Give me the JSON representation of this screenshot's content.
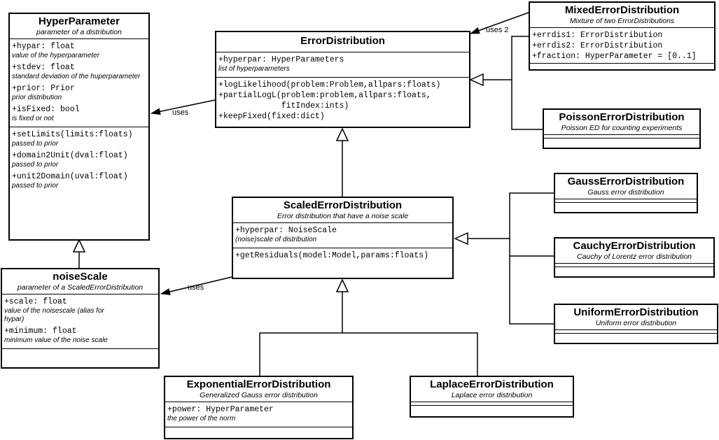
{
  "edge_labels": {
    "uses_hyper": "uses",
    "uses_noise": "uses",
    "uses_2": "uses 2"
  },
  "classes": {
    "hyper_parameter": {
      "name": "HyperParameter",
      "desc": "parameter of a distribution",
      "attributes": [
        {
          "sig": "+hypar: float",
          "note": "value of the hyperparameter"
        },
        {
          "sig": "+stdev: float",
          "note": "standard deviation of the huperparameter"
        },
        {
          "sig": "+prior: Prior",
          "note": "prior distribution"
        },
        {
          "sig": "+isFixed: bool",
          "note": "is fixed or not"
        }
      ],
      "methods": [
        {
          "sig": "+setLimits(limits:floats)",
          "note": "passed to prior"
        },
        {
          "sig": "+domain2Unit(dval:float)",
          "note": "passed to prior"
        },
        {
          "sig": "+unit2Domain(uval:float)",
          "note": "passed to prior"
        }
      ]
    },
    "noise_scale": {
      "name": "noiseScale",
      "desc": "parameter of a ScaledErrorDistribution",
      "attributes": [
        {
          "sig": "+scale: float",
          "note": "value of the noisescale (alias for hypar)"
        },
        {
          "sig": "+minimum: float",
          "note": "minimum value of the noise scale"
        }
      ]
    },
    "error_distribution": {
      "name": "ErrorDistribution",
      "attributes": [
        {
          "sig": "+hyperpar: HyperParameters",
          "note": "list of hyperparameters"
        }
      ],
      "methods": [
        {
          "sig": "+logLikelihood(problem:Problem,allpars:floats)"
        },
        {
          "sig": "+partialLogL(problem:problem,allpars:floats,\n             fitIndex:ints)"
        },
        {
          "sig": "+keepFixed(fixed:dict)"
        }
      ]
    },
    "mixed_error_distribution": {
      "name": "MixedErrorDistribution",
      "desc": "Mixture of two ErrorDistributions",
      "attributes": [
        {
          "sig": "+errdis1: ErrorDistribution"
        },
        {
          "sig": "+errdis2: ErrorDistribution"
        },
        {
          "sig": "+fraction: HyperParameter = [0..1]"
        }
      ]
    },
    "poisson_error_distribution": {
      "name": "PoissonErrorDistribution",
      "desc": "Poisson ED for counting experiments"
    },
    "scaled_error_distribution": {
      "name": "ScaledErrorDistribution",
      "desc": "Error distribution that have a noise scale",
      "attributes": [
        {
          "sig": "+hyperpar: NoiseScale",
          "note": "(noise)scale of distribution"
        }
      ],
      "methods": [
        {
          "sig": "+getResiduals(model:Model,params:floats)"
        }
      ]
    },
    "gauss_error_distribution": {
      "name": "GaussErrorDistribution",
      "desc": "Gauss error distribution"
    },
    "cauchy_error_distribution": {
      "name": "CauchyErrorDistribution",
      "desc": "Cauchy of Lorentz error distribution"
    },
    "uniform_error_distribution": {
      "name": "UniformErrorDistribution",
      "desc": "Uniform error distribution"
    },
    "exponential_error_distribution": {
      "name": "ExponentialErrorDistribution",
      "desc": "Generalized Gauss error distribution",
      "attributes": [
        {
          "sig": "+power: HyperParameter",
          "note": "the power of the norm"
        }
      ]
    },
    "laplace_error_distribution": {
      "name": "LaplaceErrorDistribution",
      "desc": "Laplace error distribution"
    }
  }
}
